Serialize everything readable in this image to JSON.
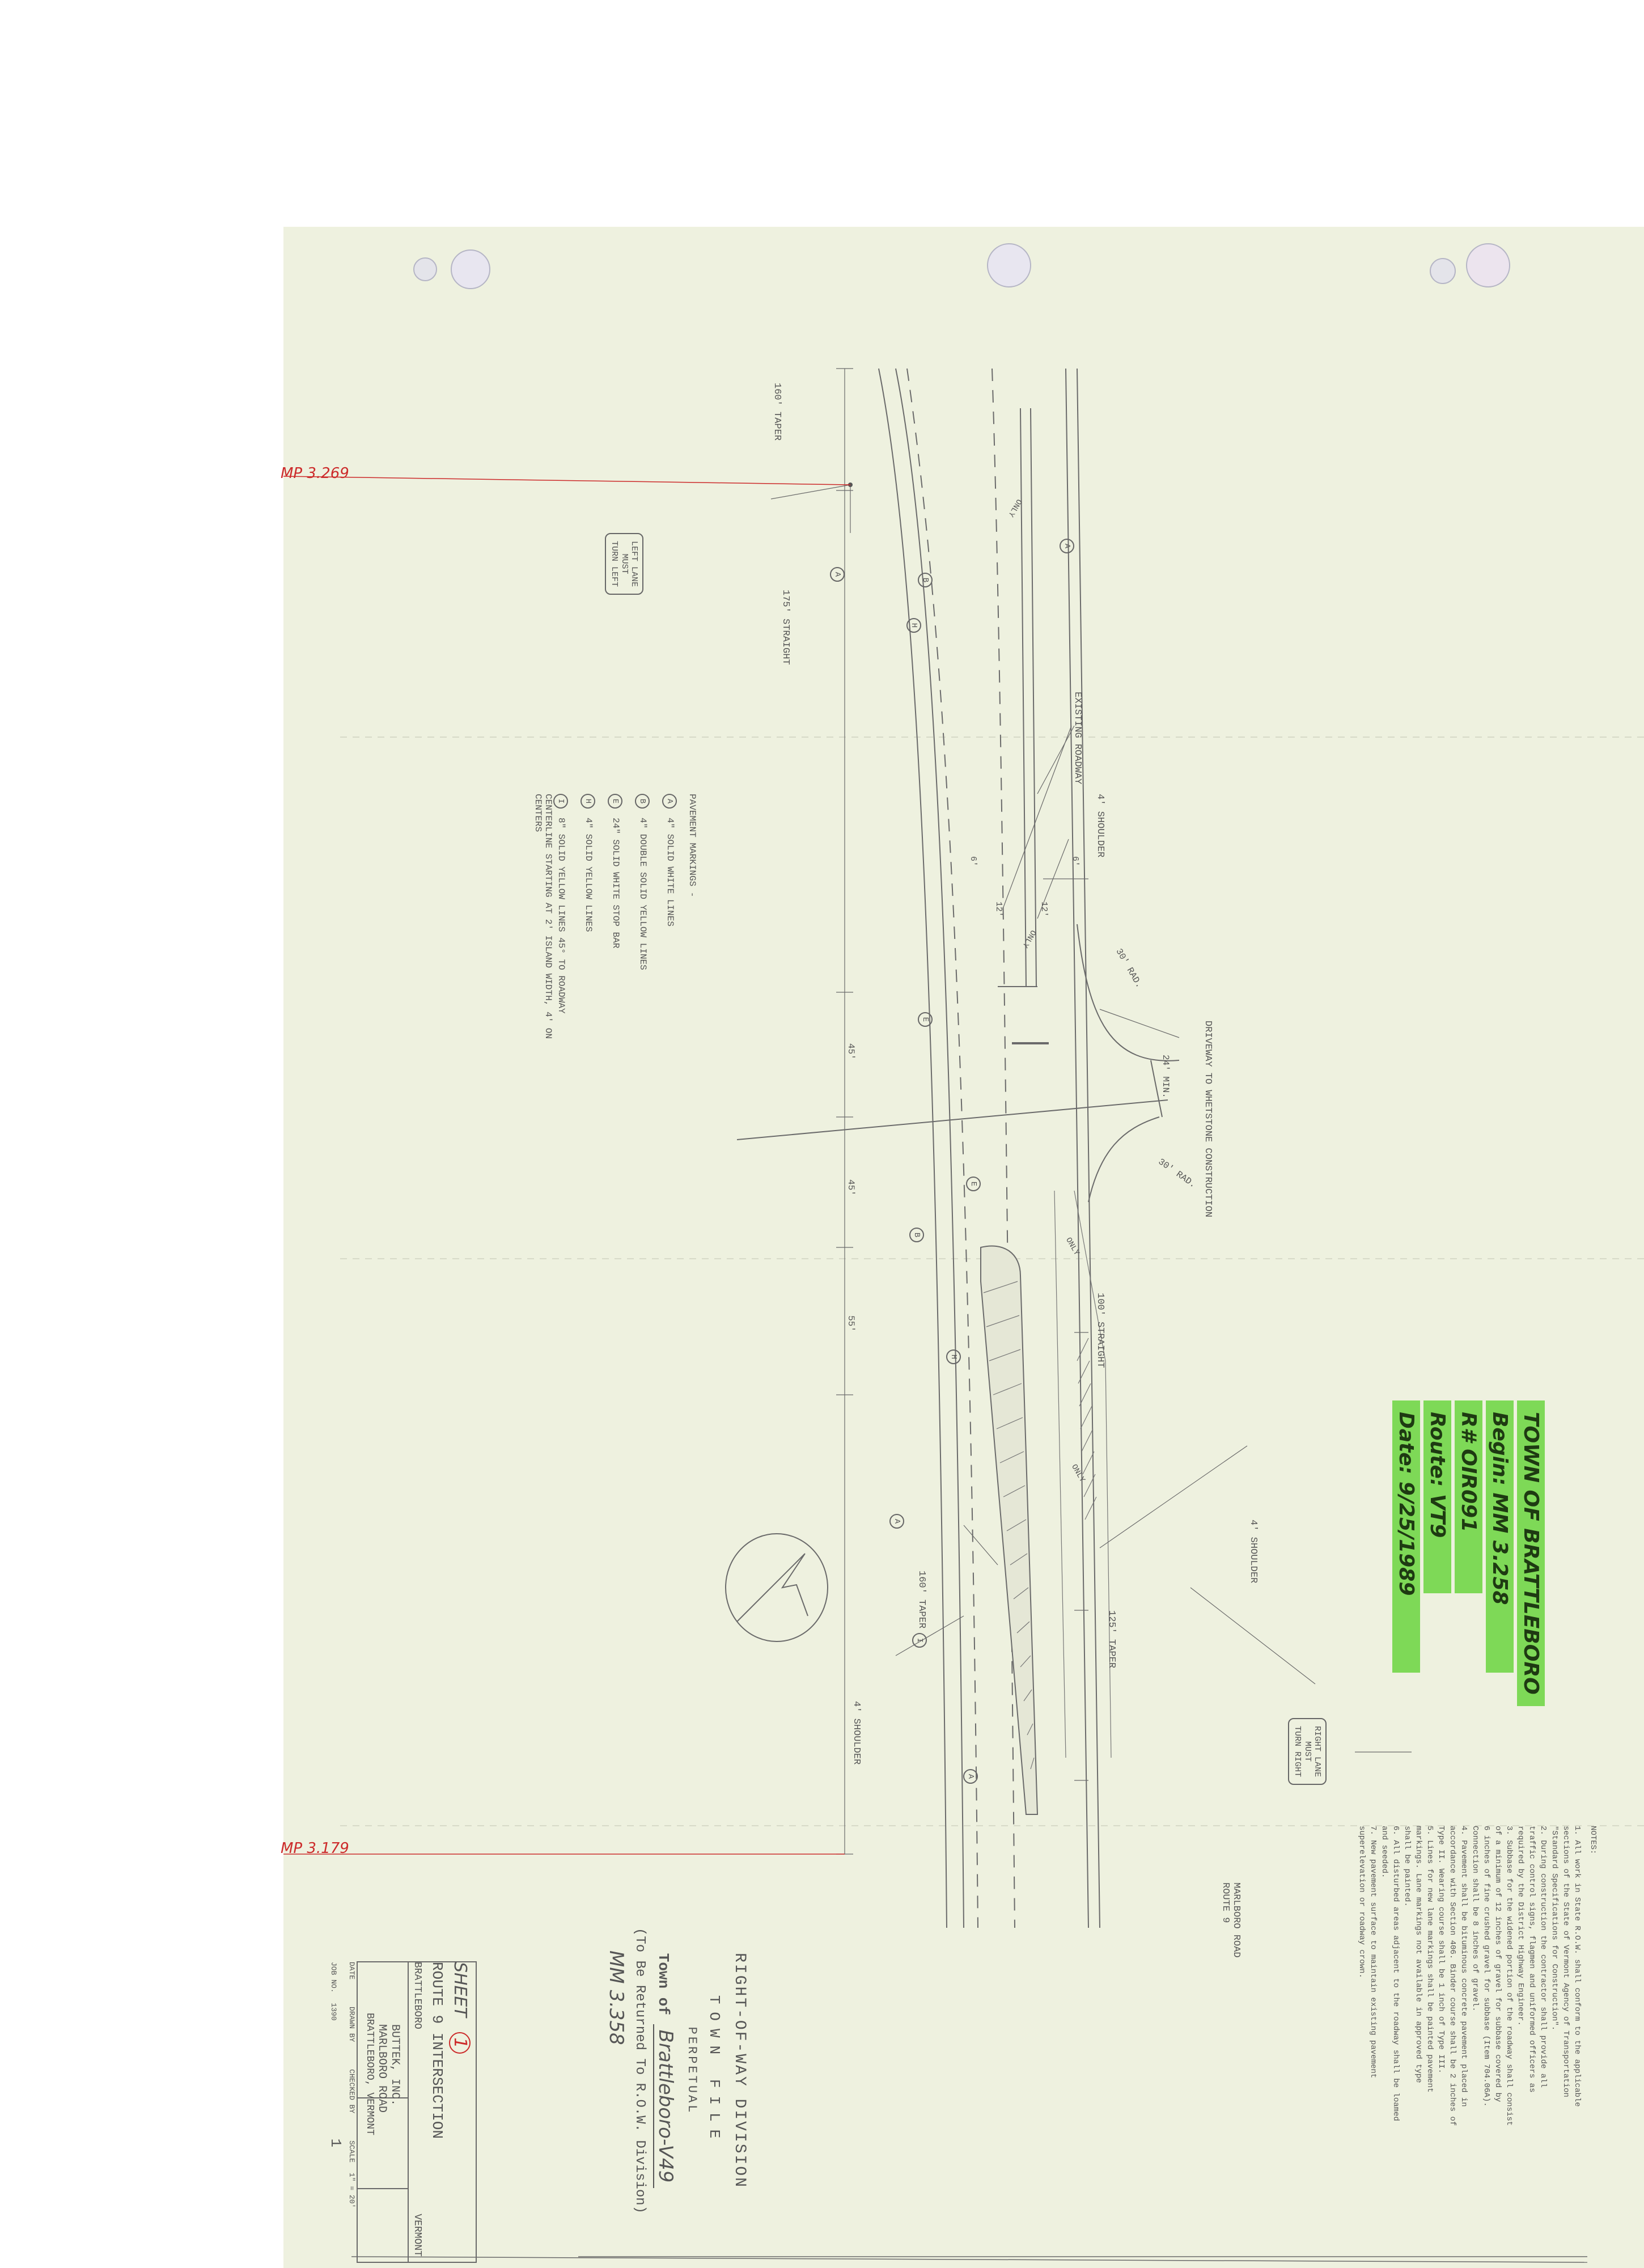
{
  "labels": {
    "taper_160_top": "160' TAPER",
    "straight_175": "175' STRAIGHT",
    "existing_roadway": "EXISTING ROADWAY",
    "shoulder_top": "4' SHOULDER",
    "driveway": "DRIVEWAY TO WHETSTONE CONSTRUCTION",
    "rad_30_a": "30' RAD.",
    "rad_30_b": "30' RAD.",
    "min_24": "24' MIN.",
    "dim_45_a": "45'",
    "dim_45_b": "45'",
    "dim_55": "55'",
    "dim_6_a": "6'",
    "dim_6_b": "6'",
    "dim_12_a": "12'",
    "dim_12_b": "12'",
    "straight_100": "100' STRAIGHT",
    "shoulder_mid": "4' SHOULDER",
    "taper_125": "125' TAPER",
    "taper_160_bottom": "160' TAPER",
    "shoulder_bottom": "4' SHOULDER",
    "marlboro_road": "MARLBORO ROAD ROUTE 9",
    "only_1": "ONLY",
    "only_2": "ONLY",
    "only_3": "ONLY",
    "only_4": "ONLY"
  },
  "signs": {
    "left_lane": [
      "LEFT LANE",
      "MUST",
      "TURN LEFT"
    ],
    "right_lane": [
      "RIGHT LANE",
      "MUST",
      "TURN RIGHT"
    ]
  },
  "markers": {
    "mp_top": "MP 3.269",
    "mp_bottom": "MP 3.179"
  },
  "legend": {
    "title": "PAVEMENT MARKINGS -",
    "items": [
      {
        "key": "A",
        "text": "4\" SOLID WHITE LINES"
      },
      {
        "key": "B",
        "text": "4\" DOUBLE SOLID YELLOW LINES"
      },
      {
        "key": "E",
        "text": "24\" SOLID WHITE STOP BAR"
      },
      {
        "key": "H",
        "text": "4\" SOLID YELLOW LINES"
      },
      {
        "key": "I",
        "text": "8\" SOLID YELLOW LINES 45° TO ROADWAY CENTERLINE STARTING AT 2' ISLAND WIDTH, 4' ON CENTERS"
      }
    ]
  },
  "circle_markers": [
    "A",
    "A",
    "B",
    "H",
    "E",
    "E",
    "B",
    "H",
    "A",
    "I",
    "A"
  ],
  "stamp": {
    "lines": [
      "TOWN OF BRATTLEBORO",
      "Begin: MM 3.258",
      "R# OIR091",
      "Route: VT9",
      "Date: 9/25/1989"
    ]
  },
  "notes": {
    "title": "NOTES:",
    "lines": [
      "1. All work in State R.O.W. shall conform to the applicable",
      "sections of the State of Vermont Agency of Transportation",
      "\"Standard Specifications for Construction\".",
      "2. During construction the contractor shall provide all",
      "traffic control signs, flagmen and uniformed officers as",
      "required by the District Highway Engineer.",
      "3. Subbase for the widened portion of the roadway shall consist",
      "of a minimum of 12 inches of gravel for subbase covered by",
      "6 inches of fine crushed gravel for subbase (Item 704.06A).",
      "Connection shall be 8 inches of gravel.",
      "4. Pavement shall be bituminous concrete pavement placed in",
      "accordance with Section 406. Binder course shall be 2 inches of",
      "Type II. Wearing course shall be 1 inch of Type III.",
      "5. Lines for new lane markings shall be painted pavement",
      "markings. Lane markings not available in approved type",
      "shall be painted.",
      "6. All disturbed areas adjacent to the roadway shall be loamed",
      "and seeded.",
      "7. New pavement surface to maintain existing pavement",
      "superelevation or roadway crown."
    ]
  },
  "division": {
    "title": "RIGHT-OF-WAY DIVISION",
    "file": "TOWN FILE",
    "perpetual": "PERPETUAL",
    "town_prefix": "Town of",
    "town_name": "Brattleboro-V49",
    "returned": "(To Be Returned To R.O.W. Division)",
    "mm": "MM 3.358"
  },
  "title_block": {
    "sheet_label": "SHEET",
    "sheet_number": "1",
    "project": "ROUTE 9 INTERSECTION",
    "town": "BRATTLEBORO",
    "state": "VERMONT",
    "company": "BUTTEK, INC.",
    "road": "MARLBORO ROAD",
    "city": "BRATTLEBORO, VERMONT",
    "scale": "1\" = 20'",
    "job": "1390",
    "sheet_box": "1",
    "date_label": "DATE",
    "scale_label": "SCALE",
    "job_label": "JOB NO.",
    "drawn_label": "DRAWN BY",
    "checked_label": "CHECKED BY"
  }
}
